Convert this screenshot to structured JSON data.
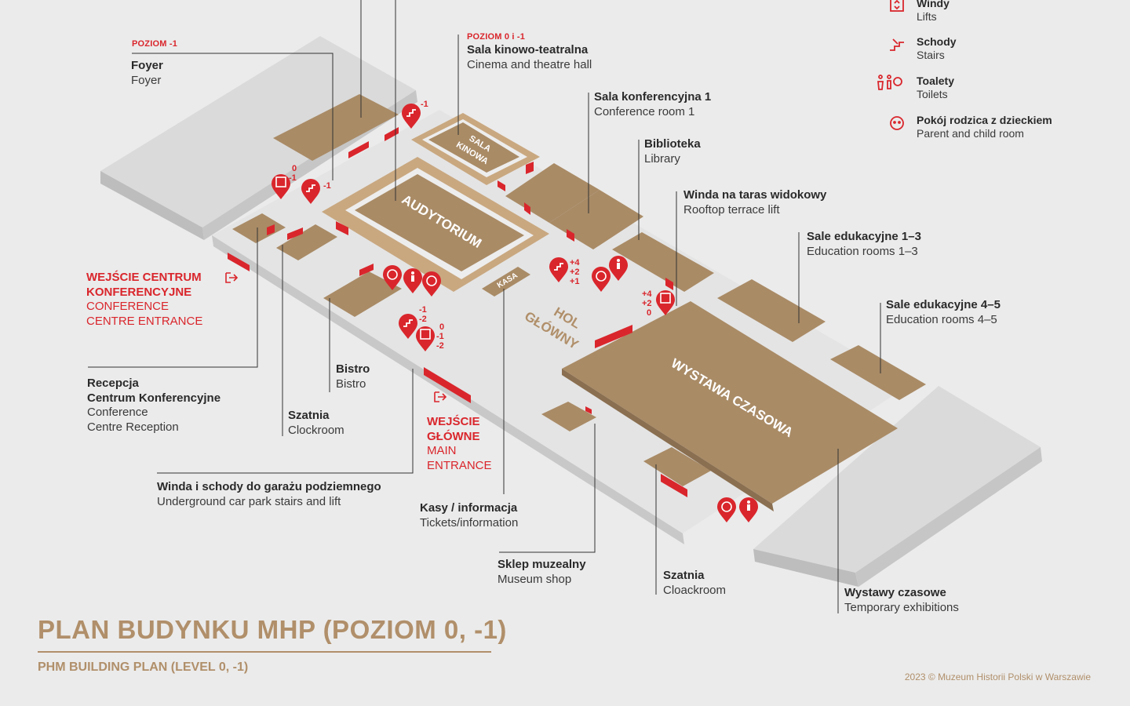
{
  "legend": {
    "lifts": {
      "pl": "Windy",
      "en": "Lifts",
      "icon": "lift-icon"
    },
    "stairs": {
      "pl": "Schody",
      "en": "Stairs",
      "icon": "stairs-icon"
    },
    "toilets": {
      "pl": "Toalety",
      "en": "Toilets",
      "icon": "toilets-icon"
    },
    "parent_room": {
      "pl": "Pokój rodzica z dzieckiem",
      "en": "Parent and child room",
      "icon": "baby-icon"
    }
  },
  "labels": {
    "foyer": {
      "level": "POZIOM -1",
      "pl": "Foyer",
      "en": "Foyer"
    },
    "cinema": {
      "level": "POZIOM 0 i -1",
      "pl": "Sala kinowo-teatralna",
      "en": "Cinema and theatre hall"
    },
    "conference1": {
      "pl": "Sala konferencyjna 1",
      "en": "Conference room 1"
    },
    "library": {
      "pl": "Biblioteka",
      "en": "Library"
    },
    "rooftop_lift": {
      "pl": "Winda na taras widokowy",
      "en": "Rooftop terrace lift"
    },
    "edu13": {
      "pl": "Sale edukacyjne 1–3",
      "en": "Education rooms 1–3"
    },
    "edu45": {
      "pl": "Sale edukacyjne 4–5",
      "en": "Education rooms 4–5"
    },
    "conf_entrance": {
      "pl1": "WEJŚCIE CENTRUM",
      "pl2": "KONFERENCYJNE",
      "en1": "CONFERENCE",
      "en2": "CENTRE ENTRANCE"
    },
    "reception": {
      "pl1": "Recepcja",
      "pl2": "Centrum Konferencyjne",
      "en1": "Conference",
      "en2": "Centre Reception"
    },
    "bistro": {
      "pl": "Bistro",
      "en": "Bistro"
    },
    "clockroom": {
      "pl": "Szatnia",
      "en": "Clockroom"
    },
    "main_entrance": {
      "pl1": "WEJŚCIE",
      "pl2": "GŁÓWNE",
      "en1": "MAIN",
      "en2": "ENTRANCE"
    },
    "garage": {
      "pl": "Winda i schody do garażu podziemnego",
      "en": "Underground car park stairs and lift"
    },
    "tickets": {
      "pl": "Kasy / informacja",
      "en": "Tickets/information"
    },
    "shop": {
      "pl": "Sklep muzealny",
      "en": "Museum shop"
    },
    "cloakroom": {
      "pl": "Szatnia",
      "en": "Cloackroom"
    },
    "temp_exhib": {
      "pl": "Wystawy czasowe",
      "en": "Temporary exhibitions"
    }
  },
  "rooms": {
    "auditorium": "AUDYTORIUM",
    "cinema_room_1": "SALA",
    "cinema_room_2": "KINOWA",
    "kasa": "KASA",
    "hall_1": "HOL",
    "hall_2": "GŁÓWNY",
    "exhibition": "WYSTAWA CZASOWA"
  },
  "pin_labels": {
    "lift_left": [
      "0",
      "-1"
    ],
    "stairs_left": "-1",
    "stairs_cinema": "-1",
    "stairs_mid": [
      "+4",
      "+2",
      "+1"
    ],
    "lift_hall": [
      "+4",
      "+2",
      "0"
    ],
    "stairs_garage": [
      "-1",
      "-2"
    ],
    "lift_garage": [
      "0",
      "-1",
      "-2"
    ]
  },
  "title": {
    "main": "PLAN BUDYNKU MHP (POZIOM 0, -1)",
    "sub": "PHM BUILDING PLAN (LEVEL 0, -1)"
  },
  "copyright": "2023 © Muzeum Historii Polski w Warszawie",
  "colors": {
    "background": "#ebebeb",
    "room": "#a98b66",
    "wall": "#d4d4d4",
    "accent_red": "#d9262c",
    "title": "#b08f6a"
  }
}
